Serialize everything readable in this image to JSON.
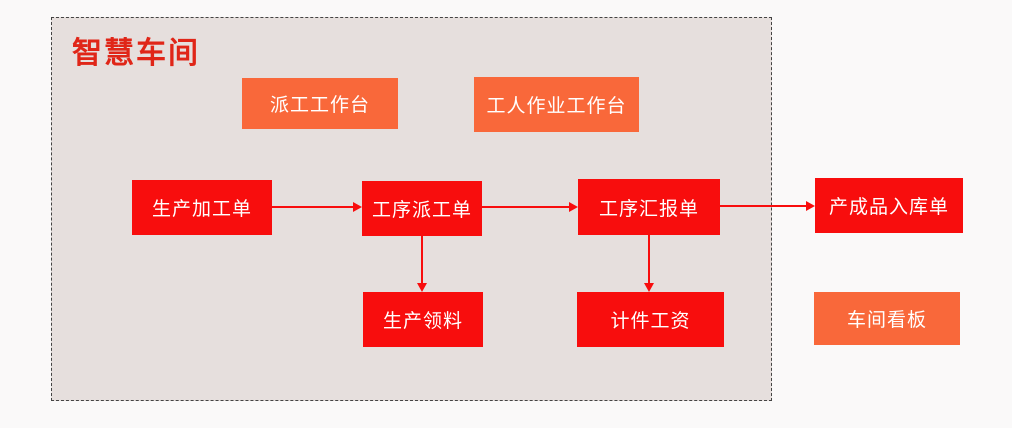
{
  "colors": {
    "red_box": "#f80d0d",
    "orange_box": "#f9683a",
    "title_red": "#e02618",
    "container_bg": "#e6dfdd",
    "page_bg": "#faf9f9",
    "border_col": "#444444",
    "box_text": "#ffffff"
  },
  "diagram": {
    "title": "智慧车间",
    "workbenches": [
      {
        "label": "派工工作台"
      },
      {
        "label": "工人作业工作台"
      }
    ],
    "flow_nodes": [
      {
        "label": "生产加工单"
      },
      {
        "label": "工序派工单"
      },
      {
        "label": "工序汇报单"
      },
      {
        "label": "产成品入库单"
      }
    ],
    "sub_nodes": [
      {
        "label": "生产领料"
      },
      {
        "label": "计件工资"
      }
    ],
    "kanban": {
      "label": "车间看板"
    },
    "edges": [
      {
        "from": "生产加工单",
        "to": "工序派工单",
        "direction": "right"
      },
      {
        "from": "工序派工单",
        "to": "工序汇报单",
        "direction": "right"
      },
      {
        "from": "工序汇报单",
        "to": "产成品入库单",
        "direction": "right"
      },
      {
        "from": "工序派工单",
        "to": "生产领料",
        "direction": "down"
      },
      {
        "from": "工序汇报单",
        "to": "计件工资",
        "direction": "down"
      }
    ]
  }
}
